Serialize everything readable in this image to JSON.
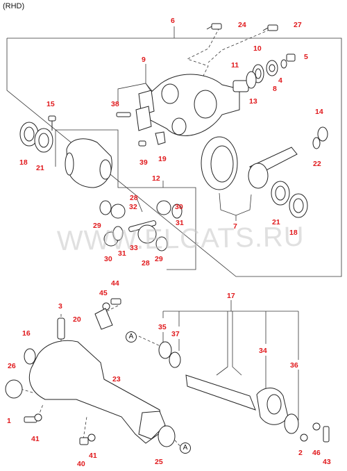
{
  "header": {
    "variant": "(RHD)"
  },
  "watermark": "WWW.ELCATS.RU",
  "reference_mark": "A",
  "colors": {
    "label": "#e0181b",
    "line": "#333333"
  },
  "labels": {
    "l6": "6",
    "l24": "24",
    "l27": "27",
    "l10": "10",
    "l5": "5",
    "l9": "9",
    "l11": "11",
    "l4": "4",
    "l8": "8",
    "l38": "38",
    "l13": "13",
    "l15": "15",
    "l14": "14",
    "l18a": "18",
    "l21a": "21",
    "l39": "39",
    "l19": "19",
    "l22": "22",
    "l12": "12",
    "l28a": "28",
    "l32": "32",
    "l30a": "30",
    "l29a": "29",
    "l31a": "31",
    "l7": "7",
    "l21b": "21",
    "l18b": "18",
    "l30b": "30",
    "l31b": "31",
    "l33": "33",
    "l29b": "29",
    "l28b": "28",
    "l44": "44",
    "l45": "45",
    "l17": "17",
    "l3": "3",
    "l20": "20",
    "l35": "35",
    "l37": "37",
    "l16": "16",
    "l34": "34",
    "l26": "26",
    "l36": "36",
    "l23": "23",
    "l1": "1",
    "l41a": "41",
    "l40": "40",
    "l41b": "41",
    "l25": "25",
    "l2": "2",
    "l46": "46",
    "l43": "43"
  }
}
